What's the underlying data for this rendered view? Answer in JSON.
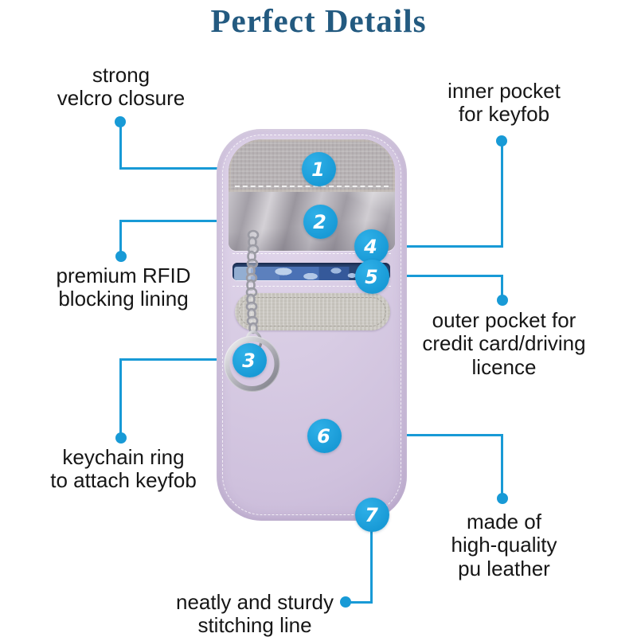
{
  "title": "Perfect Details",
  "colors": {
    "accent": "#189ad6",
    "title_color": "#235a80",
    "label_color": "#161616",
    "pouch_leather": "#d7cbe3",
    "pouch_leather_dark": "#c5b5d5",
    "velcro_gray": "#b7b2b4",
    "lining_silver": "#b0acb2",
    "velcro_strip": "#c9c6c0",
    "card_navy": "#2a4572",
    "card_blue": "#4a71b5",
    "metal_silver": "#c9c9cf"
  },
  "callouts": [
    {
      "number": "1",
      "lines": [
        "strong",
        "velcro closure"
      ]
    },
    {
      "number": "2",
      "lines": [
        "premium RFID",
        "blocking lining"
      ]
    },
    {
      "number": "3",
      "lines": [
        "keychain ring",
        "to attach keyfob"
      ]
    },
    {
      "number": "4",
      "lines": [
        "inner pocket",
        "for keyfob"
      ]
    },
    {
      "number": "5",
      "lines": [
        "outer pocket for",
        "credit card/driving",
        "licence"
      ]
    },
    {
      "number": "6",
      "lines": [
        "made of",
        "high-quality",
        "pu leather"
      ]
    },
    {
      "number": "7",
      "lines": [
        "neatly and sturdy",
        "stitching line"
      ]
    }
  ]
}
